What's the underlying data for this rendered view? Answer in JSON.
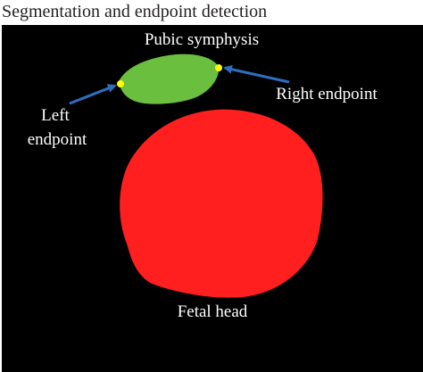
{
  "title": "Segmentation and endpoint detection",
  "labels": {
    "pubic_symphysis": "Pubic symphysis",
    "right_endpoint": "Right endpoint",
    "left_endpoint_line1": "Left",
    "left_endpoint_line2": "endpoint",
    "fetal_head": "Fetal head"
  },
  "colors": {
    "background": "#000000",
    "pubic_symphysis_fill": "#6abf3f",
    "fetal_head_fill": "#ff1f1f",
    "endpoint_marker": "#ffff00",
    "arrow": "#2d6fbf",
    "label_text": "#ffffff"
  }
}
